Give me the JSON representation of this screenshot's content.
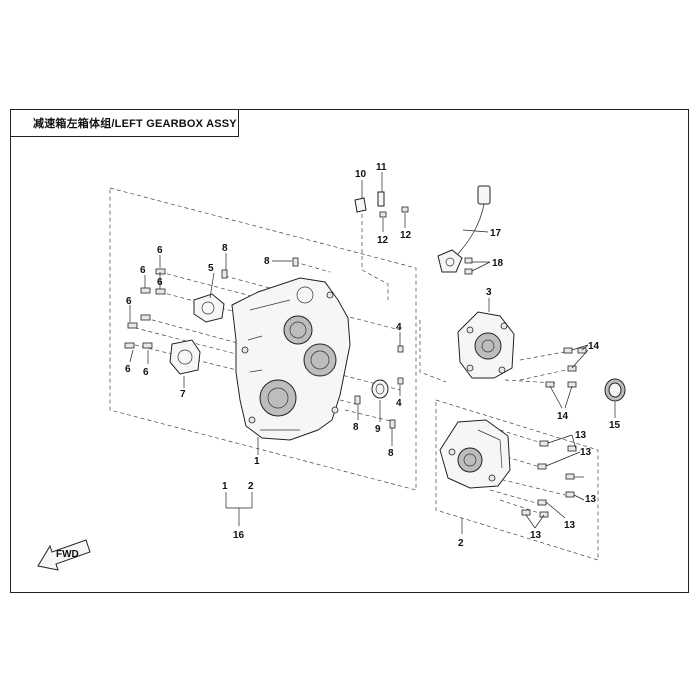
{
  "diagram": {
    "title": "减速箱左箱体组/LEFT GEARBOX ASSY",
    "fwd_label": "FWD",
    "callouts": {
      "c1": "1",
      "c1b": "1",
      "c2": "2",
      "c2b": "2",
      "c3": "3",
      "c4a": "4",
      "c4b": "4",
      "c5": "5",
      "c6a": "6",
      "c6b": "6",
      "c6c": "6",
      "c6d": "6",
      "c6e": "6",
      "c6f": "6",
      "c7": "7",
      "c8a": "8",
      "c8b": "8",
      "c8c": "8",
      "c8d": "8",
      "c9": "9",
      "c10": "10",
      "c11": "11",
      "c12a": "12",
      "c12b": "12",
      "c13a": "13",
      "c13b": "13",
      "c13c": "13",
      "c13d": "13",
      "c13e": "13",
      "c14a": "14",
      "c14b": "14",
      "c15": "15",
      "c16": "16",
      "c17": "17",
      "c18": "18"
    }
  }
}
